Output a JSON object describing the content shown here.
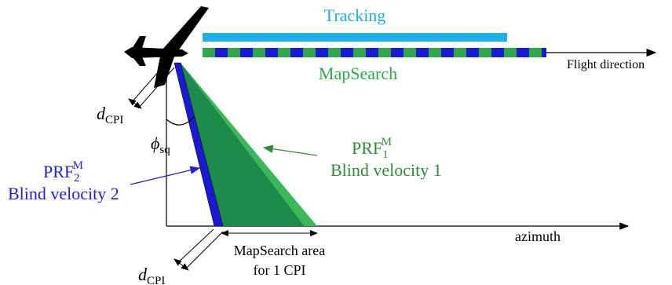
{
  "labels": {
    "tracking": "Tracking",
    "mapsearch": "MapSearch",
    "flight_direction": "Flight direction",
    "azimuth": "azimuth",
    "d_cpi_main": "d",
    "d_cpi_sub": "CPI",
    "phi_main": "ϕ",
    "phi_sub": "sq",
    "prf1_main": "PRF",
    "prf1_sub": "1",
    "prf1_sup": "M",
    "prf1_desc": "Blind velocity 1",
    "prf2_main": "PRF",
    "prf2_sub": "2",
    "prf2_sup": "M",
    "prf2_desc": "Blind velocity 2",
    "mapsearch_area_line1": "MapSearch area",
    "mapsearch_area_line2": "for 1 CPI"
  },
  "colors": {
    "tracking": "#1eaee8",
    "mapsearch_green": "#2ea84a",
    "dark_green": "#1d8c4a",
    "light_green": "#3cb85a",
    "blue": "#1a1ad6",
    "prf1_text": "#2e8b3a",
    "prf2_text": "#2222cc",
    "black": "#000000"
  },
  "icons": {
    "aircraft": "aircraft-icon"
  }
}
